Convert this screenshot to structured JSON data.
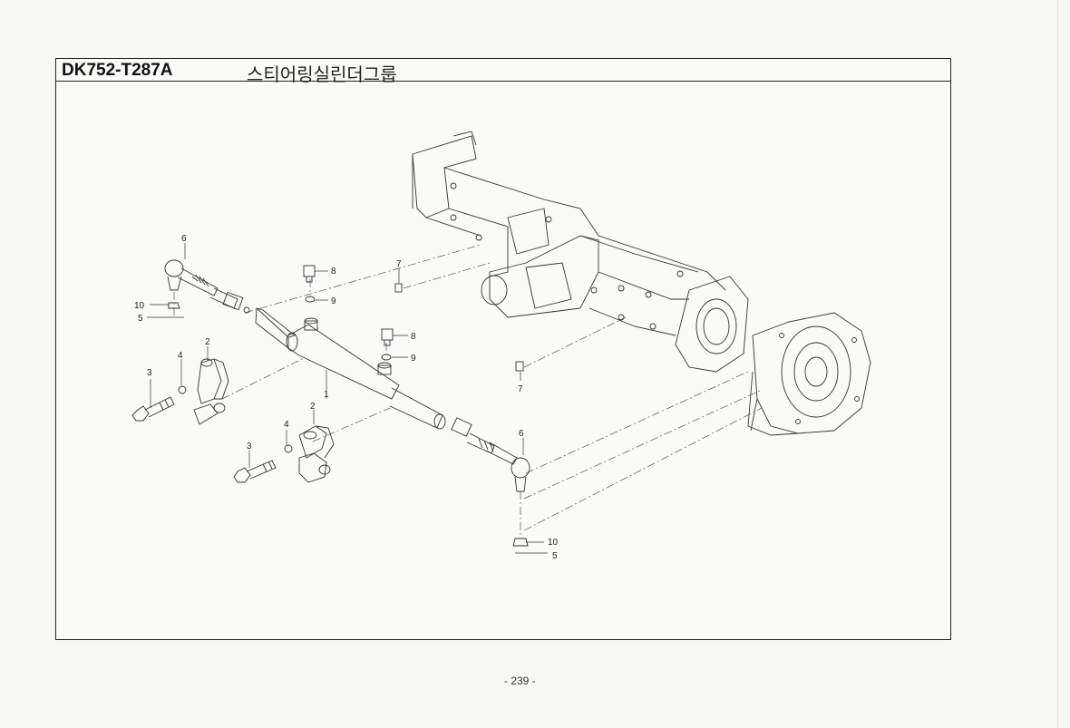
{
  "header": {
    "model_code": "DK752-T287A",
    "group_title": "스티어링실린더그룹"
  },
  "footer": {
    "page_number": "- 239 -"
  },
  "callouts": [
    {
      "ref": "1"
    },
    {
      "ref": "2"
    },
    {
      "ref": "2"
    },
    {
      "ref": "3"
    },
    {
      "ref": "3"
    },
    {
      "ref": "4"
    },
    {
      "ref": "4"
    },
    {
      "ref": "5"
    },
    {
      "ref": "5"
    },
    {
      "ref": "6"
    },
    {
      "ref": "6"
    },
    {
      "ref": "7"
    },
    {
      "ref": "7"
    },
    {
      "ref": "8"
    },
    {
      "ref": "8"
    },
    {
      "ref": "9"
    },
    {
      "ref": "9"
    },
    {
      "ref": "10"
    },
    {
      "ref": "10"
    }
  ]
}
